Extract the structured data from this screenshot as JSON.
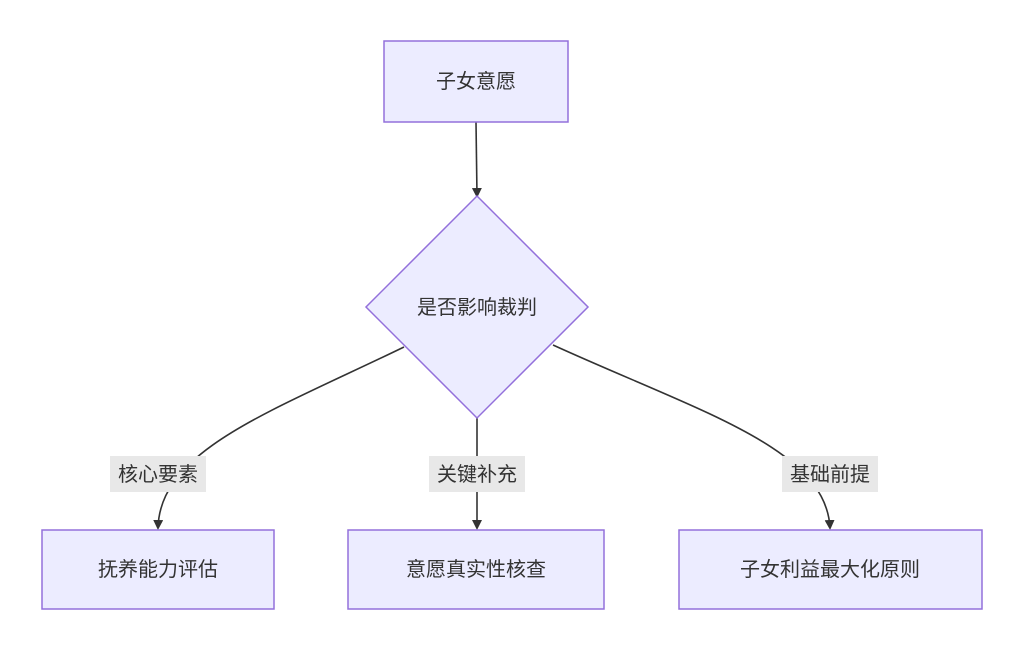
{
  "nodes": {
    "start": "子女意愿",
    "decision": "是否影响裁判",
    "left": "抚养能力评估",
    "middle": "意愿真实性核查",
    "right": "子女利益最大化原则"
  },
  "edges": {
    "left_label": "核心要素",
    "middle_label": "关键补充",
    "right_label": "基础前提"
  },
  "colors": {
    "node_fill": "#ECECFF",
    "node_stroke": "#9370DB",
    "edge": "#333333",
    "edge_label_bg": "#E8E8E8",
    "text": "#333333"
  }
}
